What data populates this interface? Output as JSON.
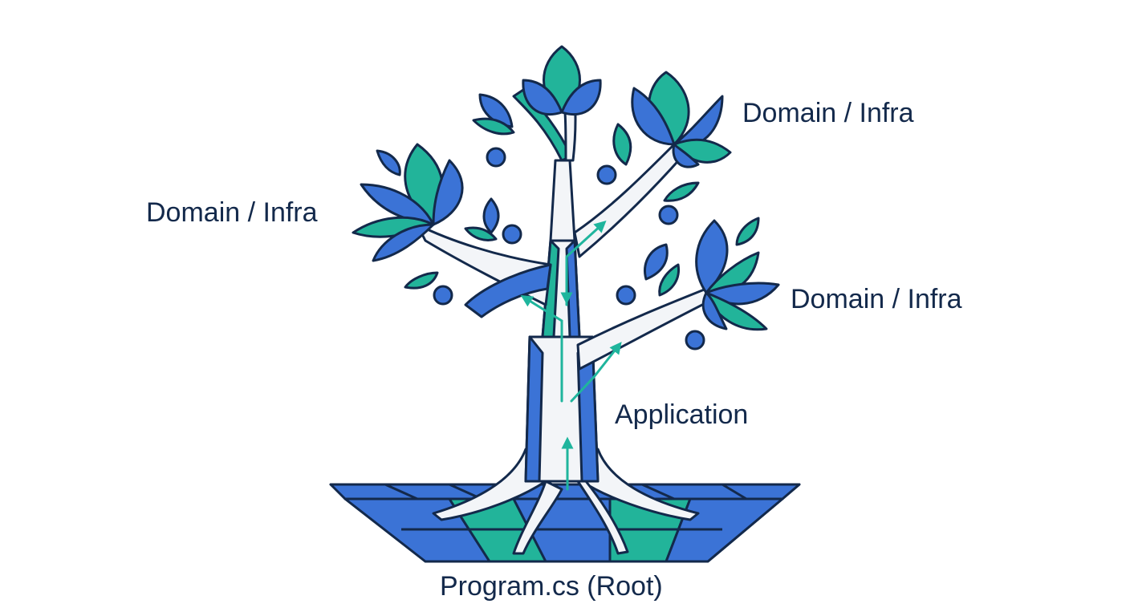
{
  "labels": {
    "domain_top_right": "Domain / Infra",
    "domain_left": "Domain / Infra",
    "domain_mid_right": "Domain / Infra",
    "application": "Application",
    "root": "Program.cs (Root)"
  },
  "icons": {
    "tree": "tree-icon",
    "leaf": "leaf-icon",
    "arrow": "arrow-up-icon",
    "node": "circle-node-icon"
  },
  "colors": {
    "outline": "#13294b",
    "blue": "#3b73d6",
    "teal": "#22b49a",
    "trunk_light": "#f3f5f8",
    "arrow": "#1fb59d",
    "text": "#13294b"
  }
}
